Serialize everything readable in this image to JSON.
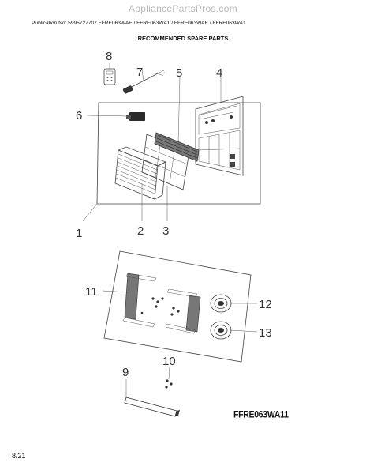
{
  "watermark": "AppliancePartsPros.com",
  "publication": "Publication No: 5995727707    FFRE063WAE / FFRE063WA1 / FFRE063WAE / FFRE063WA1",
  "heading": "RECOMMENDED SPARE PARTS",
  "model_code": "FFRE063WA11",
  "page_number": "8/21",
  "callouts": [
    "1",
    "2",
    "3",
    "4",
    "5",
    "6",
    "7",
    "8",
    "9",
    "10",
    "11",
    "12",
    "13"
  ]
}
